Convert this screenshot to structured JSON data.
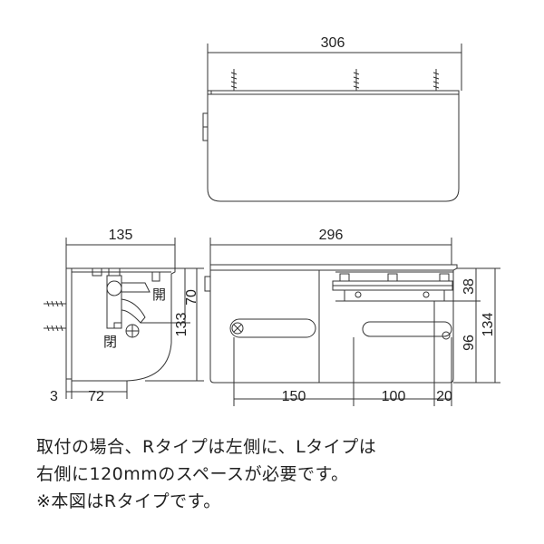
{
  "dimensions": {
    "top_width": "306",
    "side_width": "135",
    "front_width": "296",
    "side_height": "133",
    "side_open_offset": "70",
    "side_bottom_left": "3",
    "side_bottom_depth": "72",
    "front_seg1": "150",
    "front_seg2": "100",
    "front_seg3": "20",
    "right_h1": "38",
    "right_h2": "96",
    "right_h3": "134"
  },
  "labels": {
    "open": "開",
    "close": "閉"
  },
  "notes": [
    "取付の場合、Rタイプは左側に、Lタイプは",
    "右側に120mmのスペースが必要です。",
    "※本図はRタイプです。"
  ]
}
